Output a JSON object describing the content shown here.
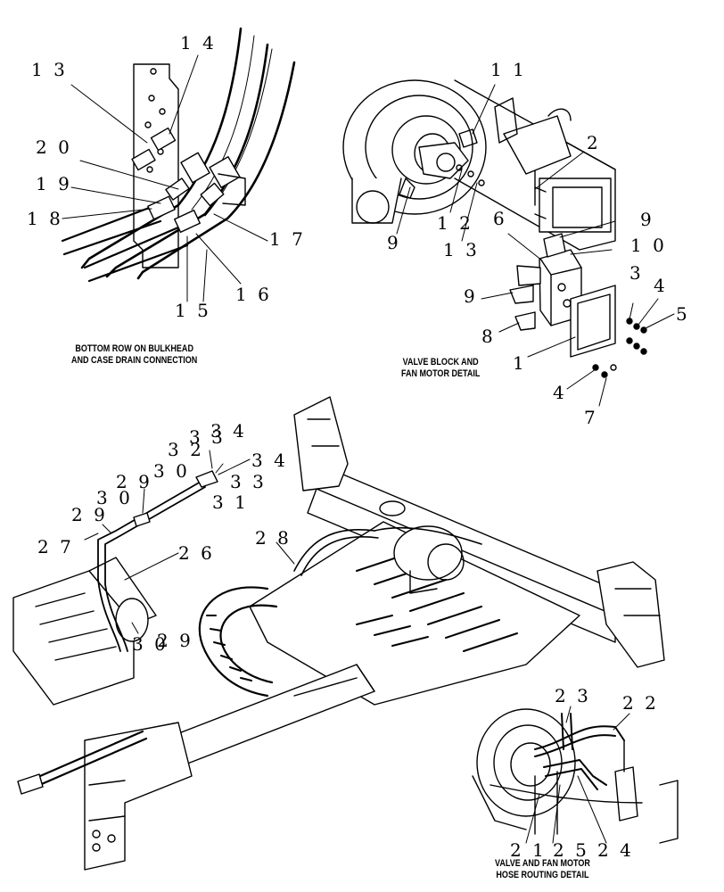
{
  "captions": {
    "bulkhead": [
      "BOTTOM ROW ON BULKHEAD",
      "AND CASE DRAIN CONNECTION"
    ],
    "valve_block": [
      "VALVE BLOCK AND",
      "FAN MOTOR DETAIL"
    ],
    "hose_routing": [
      "VALVE AND FAN MOTOR",
      "HOSE ROUTING DETAIL"
    ]
  },
  "callouts": {
    "c13a": "1 3",
    "c14": "1 4",
    "c20": "2 0",
    "c19": "1 9",
    "c18": "1 8",
    "c17": "1 7",
    "c16": "1 6",
    "c15": "1 5",
    "c11": "1 1",
    "c2": "2",
    "c9a": "9",
    "c12": "1 2",
    "c13b": "1 3",
    "c6": "6",
    "c9b": "9",
    "c10": "1 0",
    "c9c": "9",
    "c3": "3",
    "c4a": "4",
    "c5": "5",
    "c8": "8",
    "c1": "1",
    "c4b": "4",
    "c7": "7",
    "c34a": "3 4",
    "c33a": "3 3",
    "c32": "3 2",
    "c30a": "3 0",
    "c34b": "3 4",
    "c29a": "2 9",
    "c33b": "3 3",
    "c30b": "3 0",
    "c31": "3 1",
    "c29b": "2 9",
    "c27": "2 7",
    "c28": "2 8",
    "c26": "2 6",
    "c30c": "3 0",
    "c29c": "2 9",
    "c23": "2 3",
    "c22": "2 2",
    "c21": "2 1",
    "c25": "2 5",
    "c24": "2 4"
  }
}
